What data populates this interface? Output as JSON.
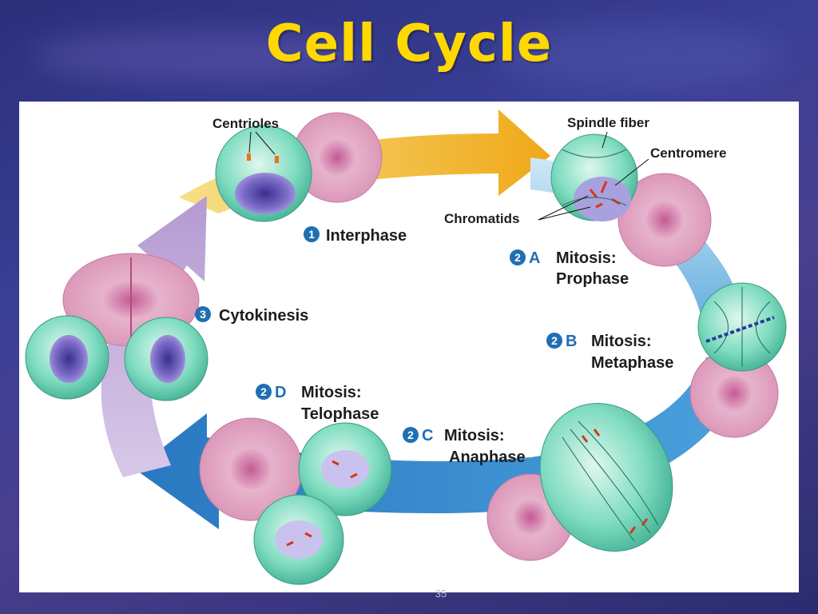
{
  "slide": {
    "title": "Cell Cycle",
    "page_number": "35"
  },
  "diagram": {
    "annotations": {
      "centrioles": "Centrioles",
      "spindle_fiber": "Spindle fiber",
      "centromere": "Centromere",
      "chromatids": "Chromatids"
    },
    "stages": [
      {
        "number": "1",
        "letter": "",
        "lines": [
          "Interphase"
        ]
      },
      {
        "number": "2",
        "letter": "A",
        "lines": [
          "Mitosis:",
          "Prophase"
        ]
      },
      {
        "number": "2",
        "letter": "B",
        "lines": [
          "Mitosis:",
          "Metaphase"
        ]
      },
      {
        "number": "2",
        "letter": "C",
        "lines": [
          "Mitosis:",
          "Anaphase"
        ]
      },
      {
        "number": "2",
        "letter": "D",
        "lines": [
          "Mitosis:",
          "Telophase"
        ]
      },
      {
        "number": "3",
        "letter": "",
        "lines": [
          "Cytokinesis"
        ]
      }
    ]
  },
  "colors": {
    "title": "#ffd800",
    "badge": "#1f6fb2",
    "arrow_yellow": "#f2b21b",
    "arrow_lightblue": "#a9d6ee",
    "arrow_blue": "#2f86c8",
    "arrow_purple": "#c3a8d8",
    "cell_green": "#6fd6b4",
    "nucleus": "#7f6bc4",
    "tissue_pink": "#d98fb4"
  }
}
